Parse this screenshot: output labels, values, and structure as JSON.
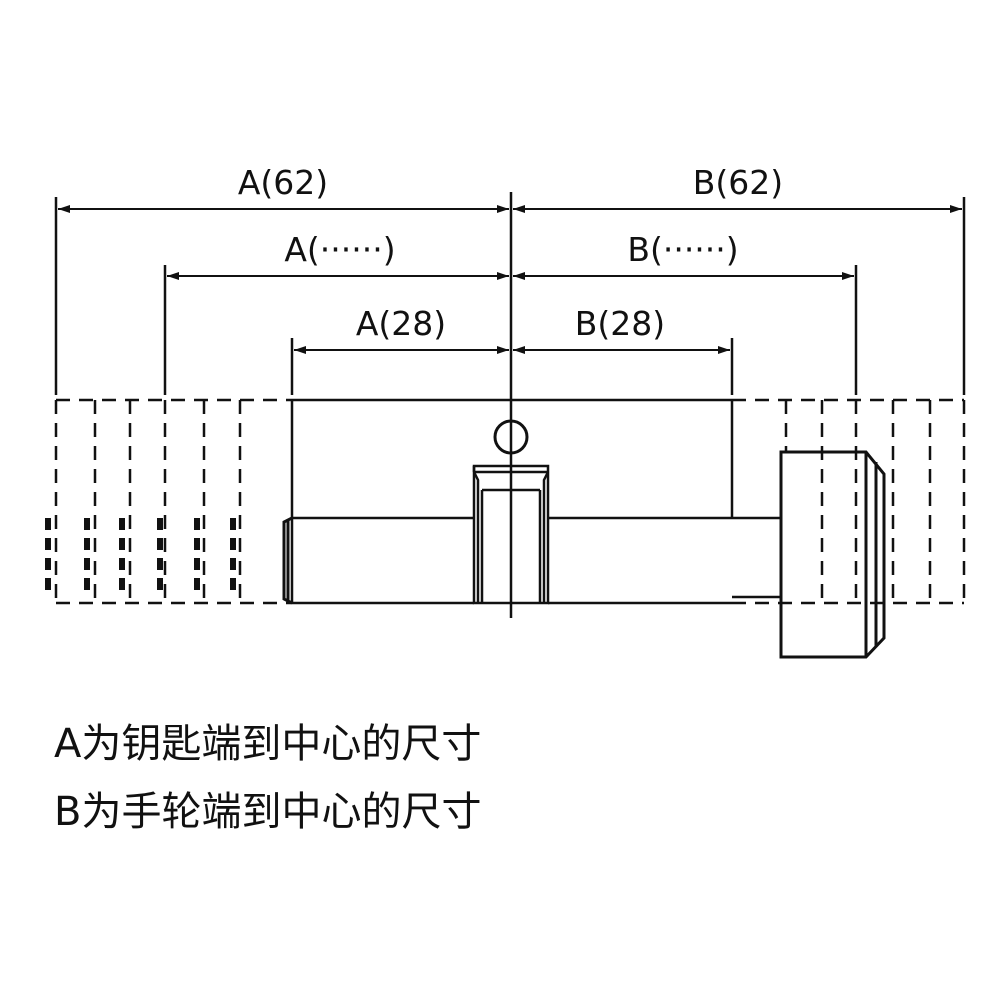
{
  "dimensions": {
    "a_full": "A(62)",
    "b_full": "B(62)",
    "a_variable": "A(······)",
    "b_variable": "B(······)",
    "a_short": "A(28)",
    "b_short": "B(28)"
  },
  "legend": {
    "a_note": "A为钥匙端到中心的尺寸",
    "b_note": "B为手轮端到中心的尺寸"
  }
}
